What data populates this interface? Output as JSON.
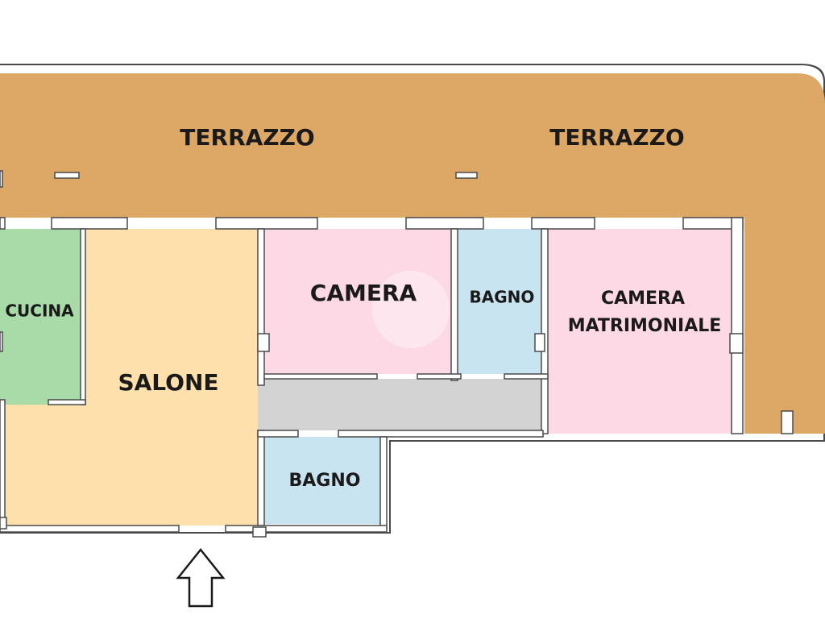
{
  "plan": {
    "rooms": {
      "terrace_left": "TERRAZZO",
      "terrace_right": "TERRAZZO",
      "kitchen": "CUCINA",
      "living": "SALONE",
      "bedroom": "CAMERA",
      "bath_upper": "BAGNO",
      "master_line1": "CAMERA",
      "master_line2": "MATRIMONIALE",
      "bath_lower": "BAGNO"
    },
    "colors": {
      "terrace": "#dda765",
      "kitchen": "#a8dba8",
      "living": "#fde0ac",
      "bedroom": "#fdd9e5",
      "bath": "#c8e4f0",
      "corridor": "#d3d3d3",
      "wall": "#ffffff",
      "outline": "#4a4a4a"
    },
    "entrance_icon": "up-arrow-icon"
  }
}
